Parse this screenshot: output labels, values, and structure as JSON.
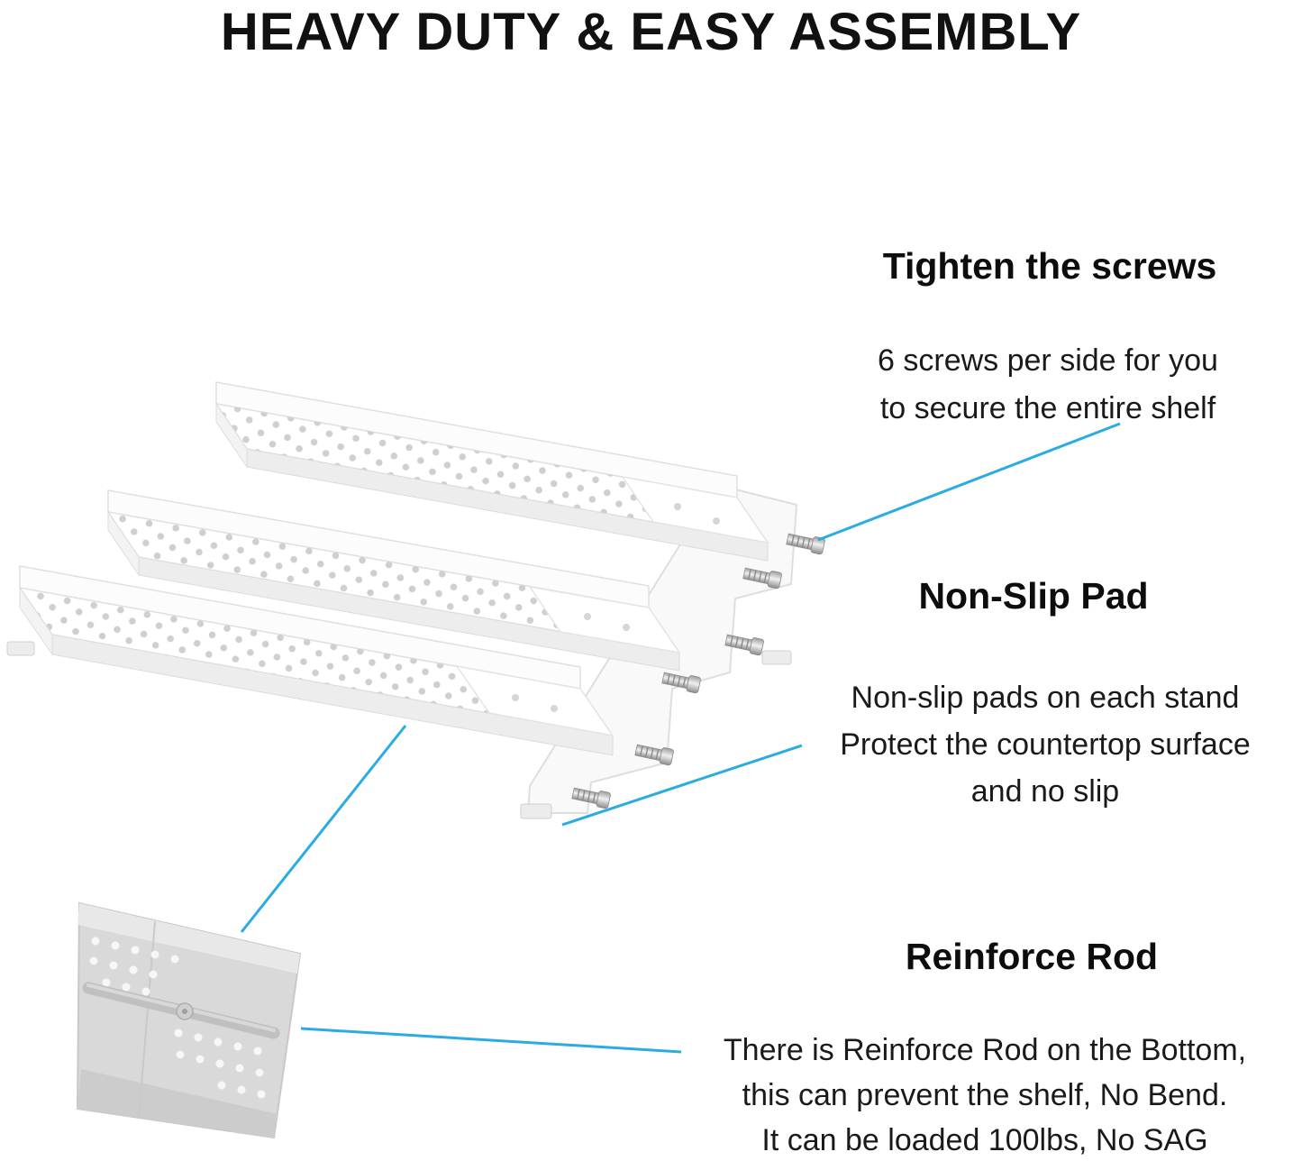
{
  "page": {
    "title": "HEAVY DUTY & EASY ASSEMBLY"
  },
  "annotations": {
    "screws": {
      "heading": "Tighten the screws",
      "line1": "6 screws per side for you",
      "line2": "to secure the entire shelf"
    },
    "non_slip_pad": {
      "heading": "Non-Slip Pad",
      "line1": "Non-slip pads on each stand",
      "line2": "Protect the countertop surface",
      "line3": "and no slip"
    },
    "reinforce_rod": {
      "heading": "Reinforce Rod",
      "line1": "There is Reinforce Rod on the Bottom,",
      "line2": "this can prevent the shelf, No Bend.",
      "line3": "It can be loaded 100lbs, No SAG"
    }
  },
  "colors": {
    "leader_line": "#2AACE3",
    "title_text": "#111111",
    "body_text": "#1a1a1a"
  }
}
